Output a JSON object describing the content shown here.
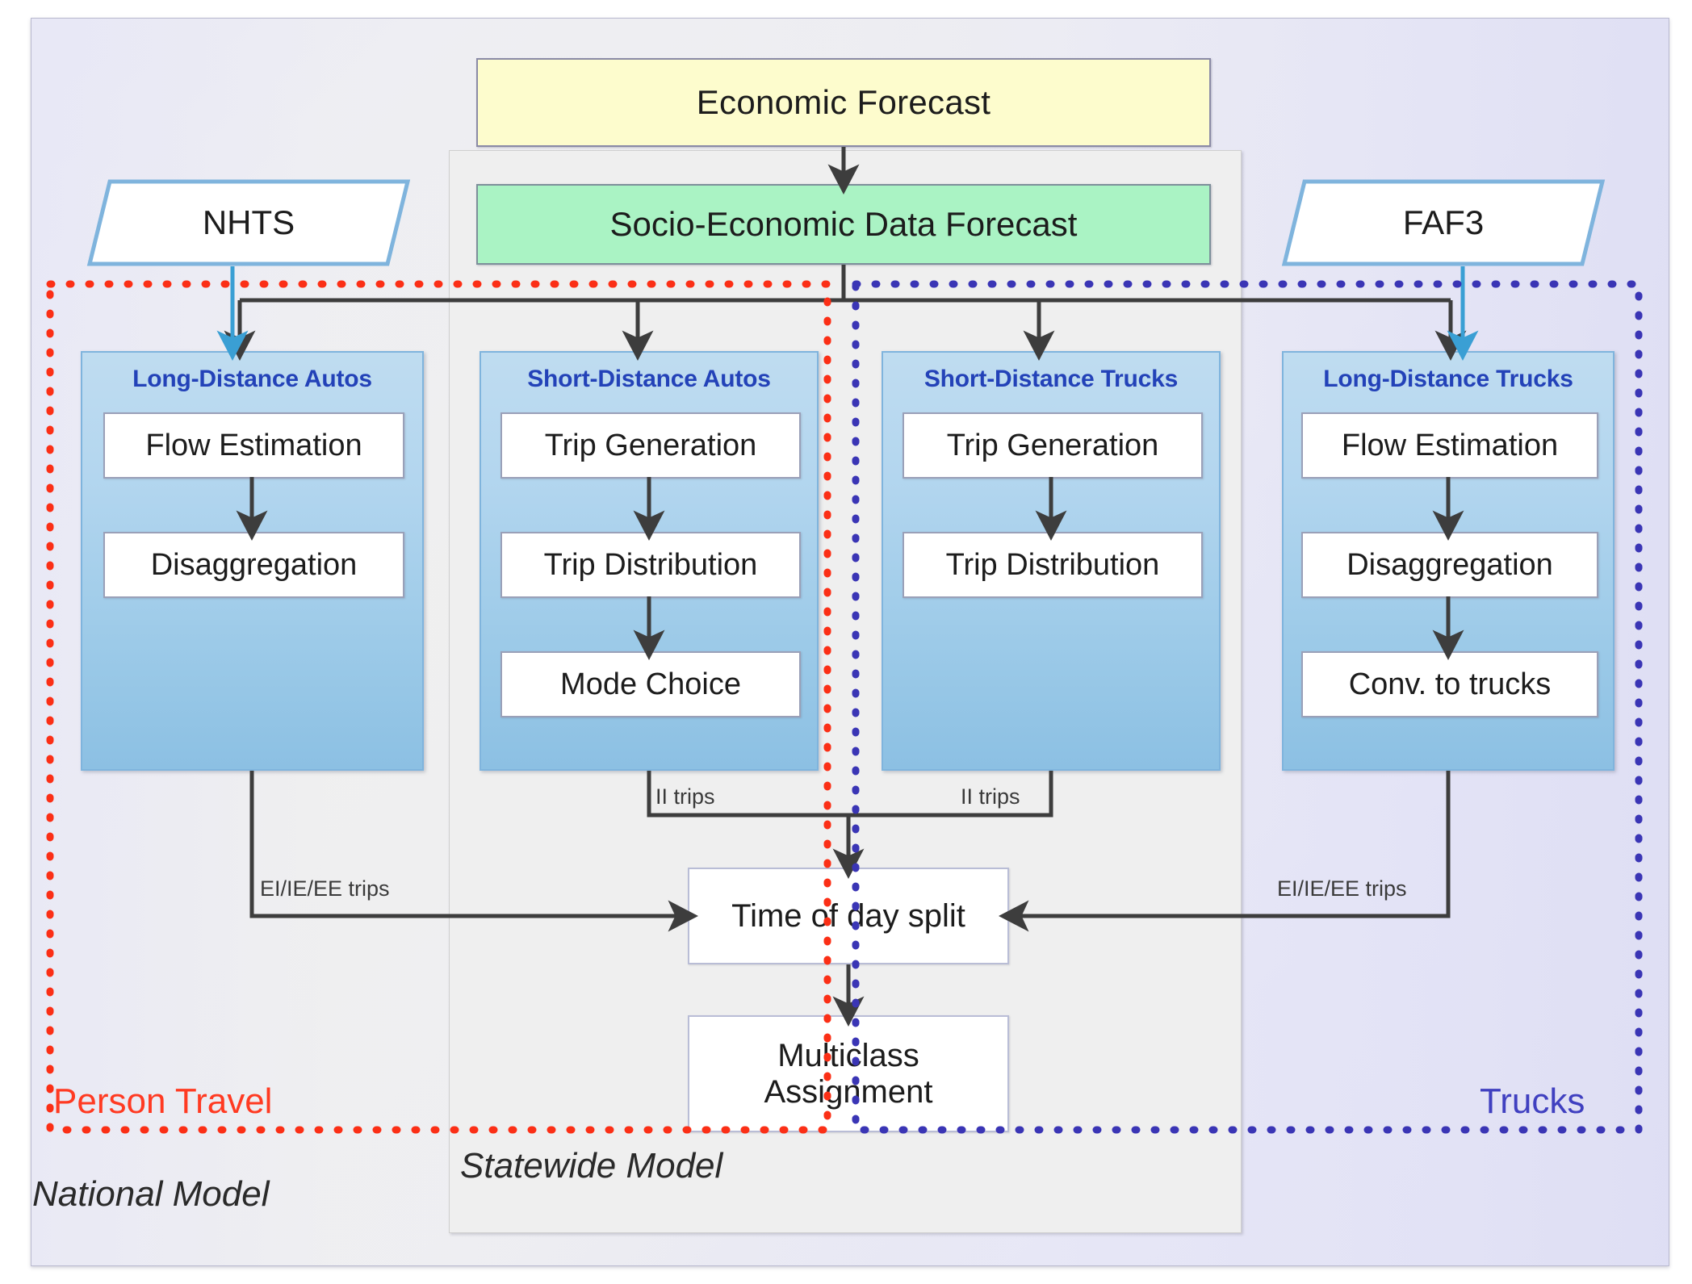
{
  "diagram": {
    "title": "Integrated National / Statewide Travel Demand Model Flowchart",
    "frames": {
      "national_label": "National Model",
      "statewide_label": "Statewide Model"
    },
    "legend": {
      "person_travel": "Person Travel",
      "person_travel_color": "#ff3a22",
      "trucks": "Trucks",
      "trucks_color": "#4040c0"
    },
    "top_nodes": {
      "economic_forecast": "Economic Forecast",
      "economic_forecast_color": "#fdfccd",
      "socio_economic": "Socio-Economic Data Forecast",
      "socio_economic_color": "#aaf3c4"
    },
    "data_sources": [
      {
        "id": "nhts",
        "label": "NHTS"
      },
      {
        "id": "faf3",
        "label": "FAF3"
      }
    ],
    "columns": [
      {
        "id": "long-distance-autos",
        "title": "Long-Distance Autos",
        "steps": [
          "Flow Estimation",
          "Disaggregation"
        ]
      },
      {
        "id": "short-distance-autos",
        "title": "Short-Distance Autos",
        "steps": [
          "Trip Generation",
          "Trip Distribution",
          "Mode Choice"
        ]
      },
      {
        "id": "short-distance-trucks",
        "title": "Short-Distance Trucks",
        "steps": [
          "Trip Generation",
          "Trip Distribution"
        ]
      },
      {
        "id": "long-distance-trucks",
        "title": "Long-Distance Trucks",
        "steps": [
          "Flow Estimation",
          "Disaggregation",
          "Conv. to trucks"
        ]
      }
    ],
    "bottom_nodes": {
      "time_of_day": "Time of day split",
      "multiclass_line1": "Multiclass",
      "multiclass_line2": "Assignment"
    },
    "edge_labels": {
      "ii_trips_left": "II trips",
      "ii_trips_right": "II trips",
      "ei_ie_ee_left": "EI/IE/EE trips",
      "ei_ie_ee_right": "EI/IE/EE trips"
    },
    "colors": {
      "column_fill_top": "#bfdcf0",
      "column_fill_bottom": "#8cc0e3",
      "column_border": "#7fb4dd",
      "column_title": "#2342b8",
      "arrow_dark": "#3d3d3d",
      "arrow_blue": "#3a9fd4"
    }
  }
}
